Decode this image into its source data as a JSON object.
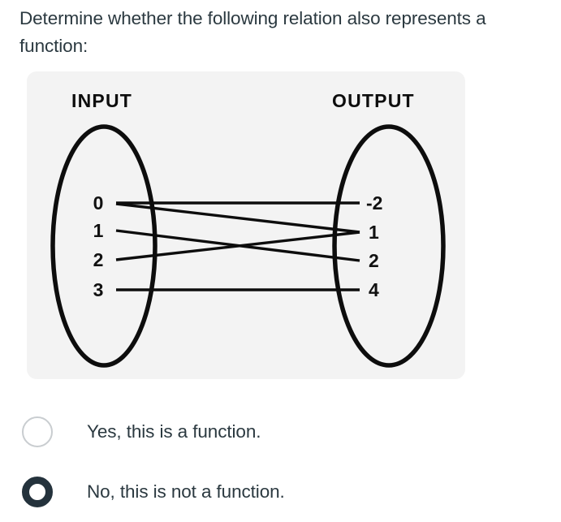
{
  "question": {
    "text": "Determine whether the following relation also represents a function:"
  },
  "diagram": {
    "input_header": "INPUT",
    "output_header": "OUTPUT",
    "inputs": [
      "0",
      "1",
      "2",
      "3"
    ],
    "outputs": [
      "-2",
      "1",
      "2",
      "4"
    ],
    "mappings": [
      {
        "from": "0",
        "to": "-2"
      },
      {
        "from": "0",
        "to": "1"
      },
      {
        "from": "1",
        "to": "2"
      },
      {
        "from": "2",
        "to": "1"
      },
      {
        "from": "3",
        "to": "4"
      }
    ],
    "colors": {
      "panel_background": "#f3f3f3",
      "stroke": "#0d0d0d"
    }
  },
  "answers": {
    "options": [
      {
        "label": "Yes, this is a function.",
        "selected": false
      },
      {
        "label": "No, this is not a function.",
        "selected": true
      }
    ]
  }
}
